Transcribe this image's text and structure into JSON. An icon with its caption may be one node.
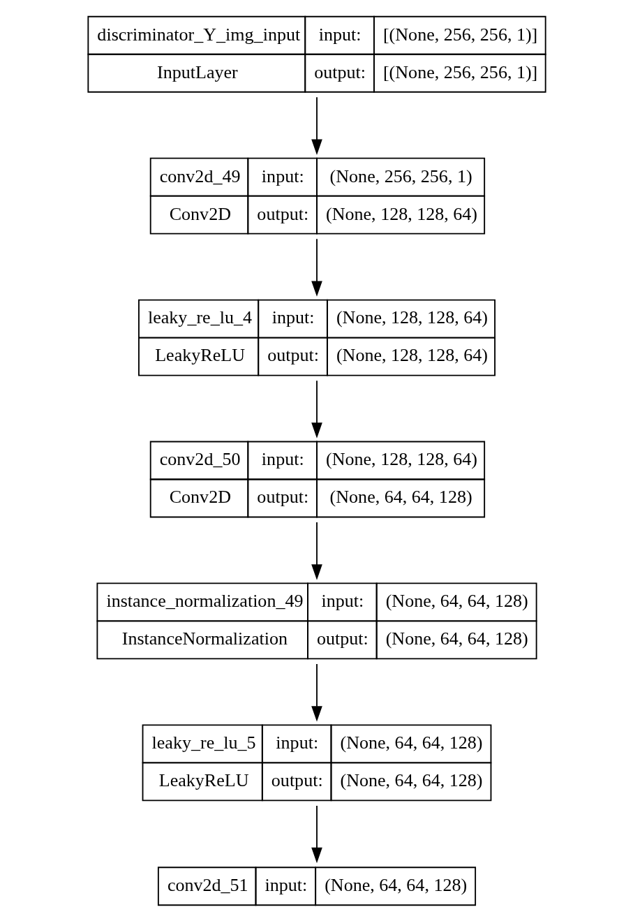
{
  "diagram": {
    "nodes": [
      {
        "text": [
          "discriminator_Y_img_input",
          "input:",
          "[(None, 256, 256, 1)]",
          "InputLayer",
          "output:",
          "[(None, 256, 256, 1)]"
        ]
      },
      {
        "text": [
          "conv2d_49",
          "input:",
          "(None, 256, 256, 1)",
          "Conv2D",
          "output:",
          "(None, 128, 128, 64)"
        ]
      },
      {
        "text": [
          "leaky_re_lu_4",
          "input:",
          "(None, 128, 128, 64)",
          "LeakyReLU",
          "output:",
          "(None, 128, 128, 64)"
        ]
      },
      {
        "text": [
          "conv2d_50",
          "input:",
          "(None, 128, 128, 64)",
          "Conv2D",
          "output:",
          "(None, 64, 64, 128)"
        ]
      },
      {
        "text": [
          "instance_normalization_49",
          "input:",
          "(None, 64, 64, 128)",
          "InstanceNormalization",
          "output:",
          "(None, 64, 64, 128)"
        ]
      },
      {
        "text": [
          "leaky_re_lu_5",
          "input:",
          "(None, 64, 64, 128)",
          "LeakyReLU",
          "output:",
          "(None, 64, 64, 128)"
        ]
      },
      {
        "text": [
          "conv2d_51",
          "input:",
          "(None, 64, 64, 128)"
        ]
      }
    ],
    "edges": [
      {
        "from": 0,
        "to": 1,
        "arrow": "to"
      },
      {
        "from": 1,
        "to": 2,
        "arrow": "to"
      },
      {
        "from": 2,
        "to": 3,
        "arrow": "to"
      },
      {
        "from": 3,
        "to": 4,
        "arrow": "to"
      },
      {
        "from": 4,
        "to": 5,
        "arrow": "to"
      },
      {
        "from": 5,
        "to": 6,
        "arrow": "to"
      }
    ]
  }
}
